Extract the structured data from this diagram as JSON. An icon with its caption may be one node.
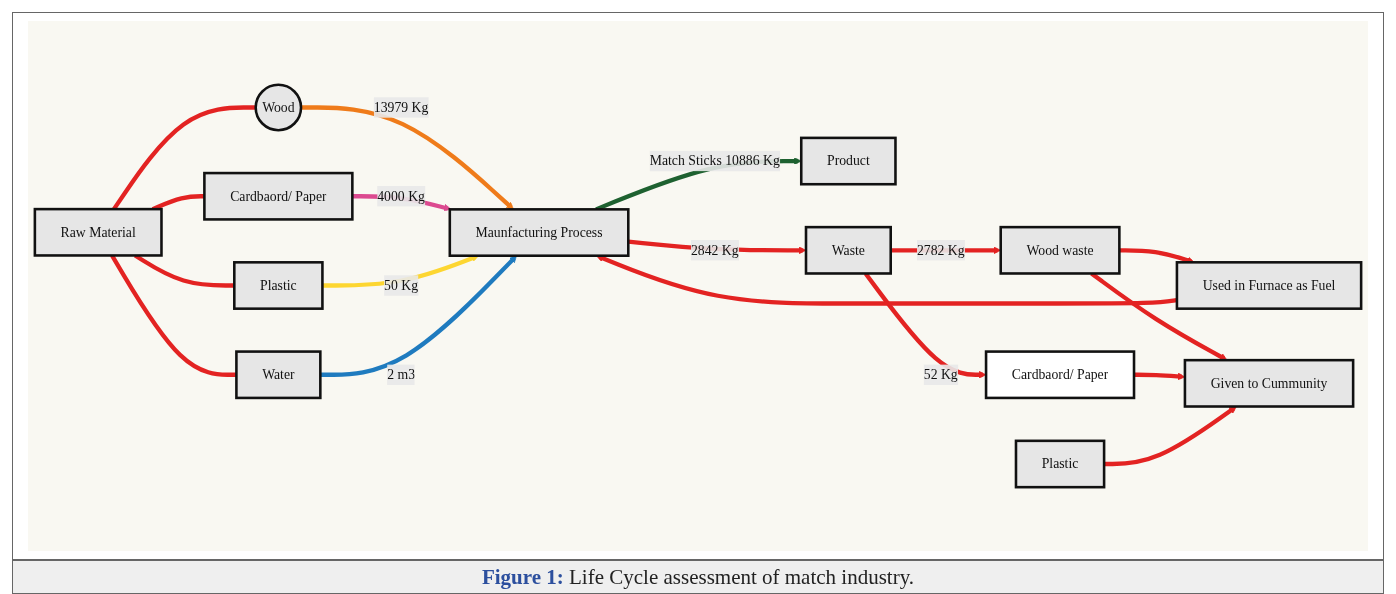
{
  "diagram": {
    "caption": "**Figure 1:** Life Cycle assessment of match industry.",
    "nodes": [
      {
        "text": [
          "Raw Material"
        ]
      },
      {
        "text": [
          "Wood"
        ]
      },
      {
        "text": [
          "Cardbaord/ Paper"
        ]
      },
      {
        "text": [
          "Plastic"
        ]
      },
      {
        "text": [
          "Water"
        ]
      },
      {
        "text": [
          "Maunfacturing Process"
        ]
      },
      {
        "text": [
          "Used in Furnace as Fuel"
        ]
      },
      {
        "text": [
          "Product"
        ]
      },
      {
        "text": [
          "Wood waste"
        ]
      },
      {
        "text": [
          "Given to Cummunity"
        ]
      },
      {
        "text": [
          "Cardbaord/ Paper"
        ]
      },
      {
        "text": [
          "Waste"
        ]
      },
      {
        "text": [
          "Plastic"
        ]
      }
    ],
    "edges": [
      {
        "from": 0,
        "to": 1,
        "arrow": "none"
      },
      {
        "from": 0,
        "to": 2,
        "arrow": "none"
      },
      {
        "from": 0,
        "to": 3,
        "arrow": "none"
      },
      {
        "from": 0,
        "to": 4,
        "arrow": "none"
      },
      {
        "from": 1,
        "to": 5,
        "arrow": "to",
        "label": "13979 Kg",
        "color": "#ef7b1a"
      },
      {
        "from": 2,
        "to": 5,
        "arrow": "to",
        "label": "4000 Kg",
        "color": "#dc4a90"
      },
      {
        "from": 3,
        "to": 5,
        "arrow": "to",
        "label": "50 Kg",
        "color": "#fdd631"
      },
      {
        "from": 4,
        "to": 5,
        "arrow": "to",
        "label": "2 m3",
        "color": "#1f7bbf"
      },
      {
        "from": 5,
        "to": 7,
        "arrow": "to",
        "label": "Match Sticks 10886 Kg",
        "color": "#1e6130"
      },
      {
        "from": 5,
        "to": 11,
        "arrow": "to",
        "label": "2842 Kg"
      },
      {
        "from": 11,
        "to": 8,
        "arrow": "to",
        "label": "2782 Kg"
      },
      {
        "from": 11,
        "to": 10,
        "arrow": "to",
        "label": "52 Kg"
      },
      {
        "from": 8,
        "to": 6,
        "arrow": "to"
      },
      {
        "from": 6,
        "to": 5,
        "arrow": "to"
      },
      {
        "from": 8,
        "to": 9,
        "arrow": "to"
      },
      {
        "from": 10,
        "to": 9,
        "arrow": "to"
      },
      {
        "from": 12,
        "to": 9,
        "arrow": "to"
      }
    ]
  }
}
